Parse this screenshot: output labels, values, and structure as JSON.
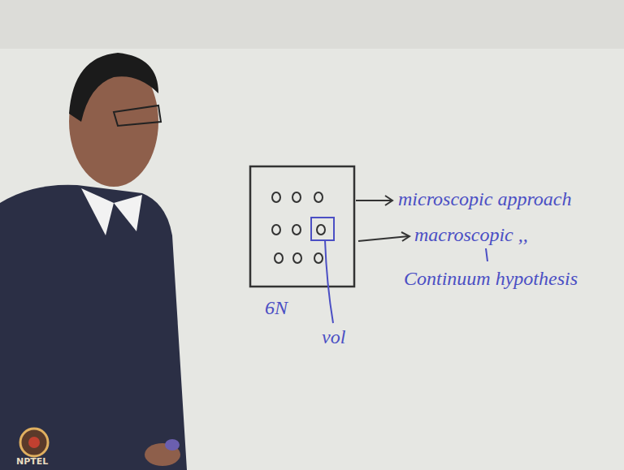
{
  "diagram": {
    "labels": [
      "microscopic approach",
      "macroscopic ,,",
      "Continuum hypothesis",
      "6N",
      "vol",
      "NPTEL"
    ]
  }
}
